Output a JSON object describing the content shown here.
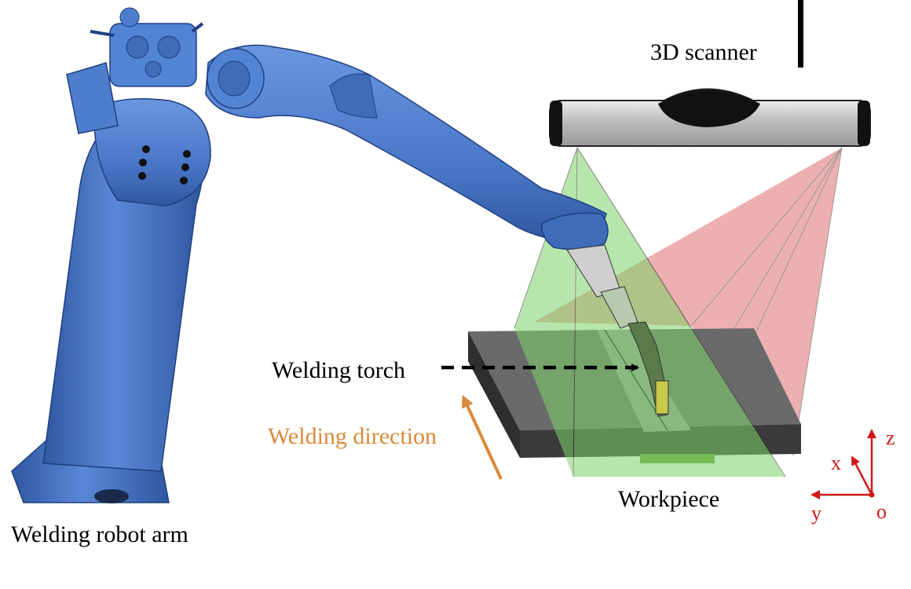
{
  "labels": {
    "scanner": "3D scanner",
    "torch": "Welding torch",
    "direction": "Welding direction",
    "workpiece": "Workpiece",
    "robot": "Welding robot arm"
  },
  "axes": {
    "z": "z",
    "x": "x",
    "y": "y",
    "origin": "o"
  },
  "colors": {
    "robot": "#4a78c8",
    "robot_dark": "#2f57a0",
    "scanner_body": "#c8c8c8",
    "green_beam": "#7ed36a",
    "red_beam": "#e07070",
    "workpiece": "#4a4a4a",
    "direction": "#d9893a",
    "axis": "#d01818"
  }
}
